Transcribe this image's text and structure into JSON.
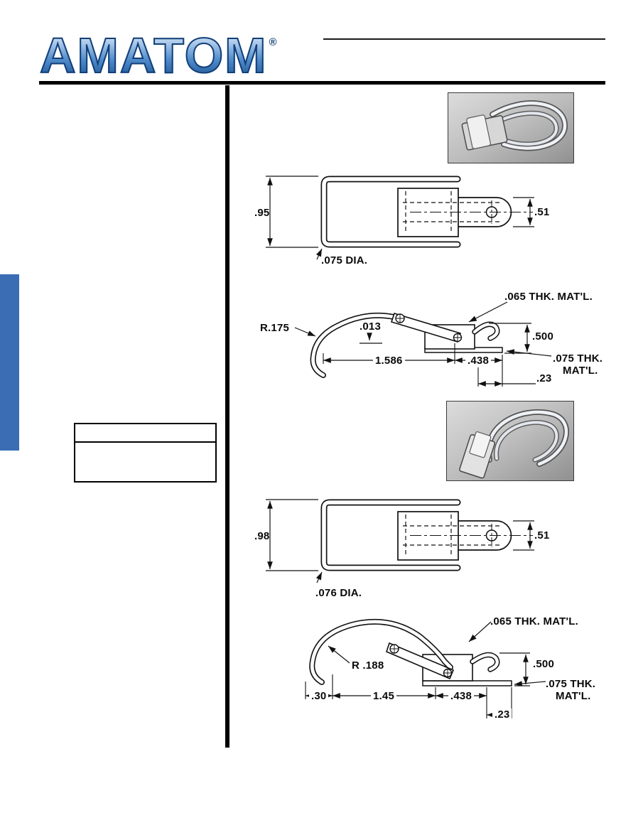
{
  "brand": {
    "name": "AMATOM",
    "registered": "®"
  },
  "colors": {
    "brand_blue": "#2a64ac",
    "section_tab_blue": "#3a6db4"
  },
  "latch1": {
    "top_view": {
      "height": ".95",
      "width": ".51",
      "wire_dia": ".075 DIA."
    },
    "side_view": {
      "top_material": ".065 THK. MAT'L.",
      "hook_radius": "R.175",
      "gap": ".013",
      "height": ".500",
      "length": "1.586",
      "offset": ".438",
      "base_material_line1": ".075 THK.",
      "base_material_line2": "MAT'L.",
      "overhang": ".23"
    }
  },
  "latch2": {
    "top_view": {
      "height": ".98",
      "width": ".51",
      "wire_dia": ".076 DIA."
    },
    "side_view": {
      "top_material": ".065 THK. MAT'L.",
      "hook_radius": "R .188",
      "hook_offset": ".30",
      "height": ".500",
      "length": "1.45",
      "offset": ".438",
      "base_material_line1": ".075 THK.",
      "base_material_line2": "MAT'L.",
      "overhang": ".23"
    }
  }
}
